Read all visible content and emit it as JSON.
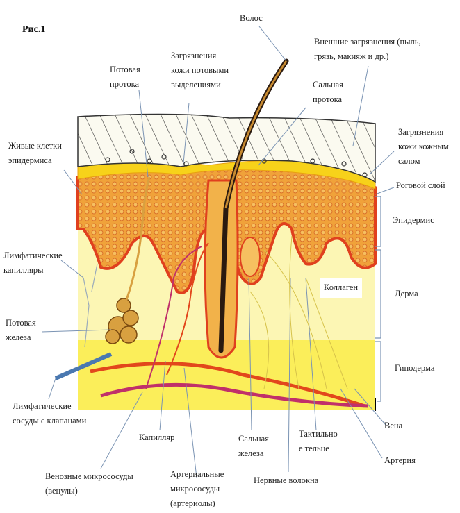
{
  "figure_label": "Рис.1",
  "labels": {
    "hair": [
      "Волос"
    ],
    "external_dirt": [
      "Внешние загрязнения (пыль,",
      "грязь, макияж и др.)"
    ],
    "sweat_dirt": [
      "Загрязнения",
      "кожи потовыми",
      "выделениями"
    ],
    "sweat_duct": [
      "Потовая",
      "протока"
    ],
    "sebaceous_duct": [
      "Сальная",
      "протока"
    ],
    "live_cells": [
      "Живые клетки",
      "эпидермиса"
    ],
    "sebum_dirt": [
      "Загрязнения",
      "кожи кожным",
      "салом"
    ],
    "stratum_corneum": [
      "Роговой слой"
    ],
    "epidermis": [
      "Эпидермис"
    ],
    "lymph_capillaries": [
      "Лимфатические",
      "капилляры"
    ],
    "collagen": [
      "Коллаген"
    ],
    "dermis": [
      "Дерма"
    ],
    "sweat_gland": [
      "Потовая",
      "железа"
    ],
    "hypodermis": [
      "Гиподерма"
    ],
    "lymph_vessels": [
      "Лимфатические",
      "сосуды с клапанами"
    ],
    "vein": [
      "Вена"
    ],
    "capillary": [
      "Капилляр"
    ],
    "sebaceous_gland": [
      "Сальная",
      "железа"
    ],
    "tactile_corpuscle": [
      "Тактильно",
      "е тельце"
    ],
    "artery": [
      "Артерия"
    ],
    "venules": [
      "Венозные микрососуды",
      "(венулы)"
    ],
    "nerve_fibers": [
      "Нервные волокна"
    ],
    "arterioles": [
      "Артериальные",
      "микрососуды",
      "(артериолы)"
    ]
  },
  "colors": {
    "leader": "#7a93b3",
    "epidermis": "#e8552a",
    "dermis": "#fbf3a6",
    "hypodermis": "#fbee5a",
    "vein": "#c0306a",
    "artery": "#e2471c",
    "lymph": "#4a78b0"
  }
}
